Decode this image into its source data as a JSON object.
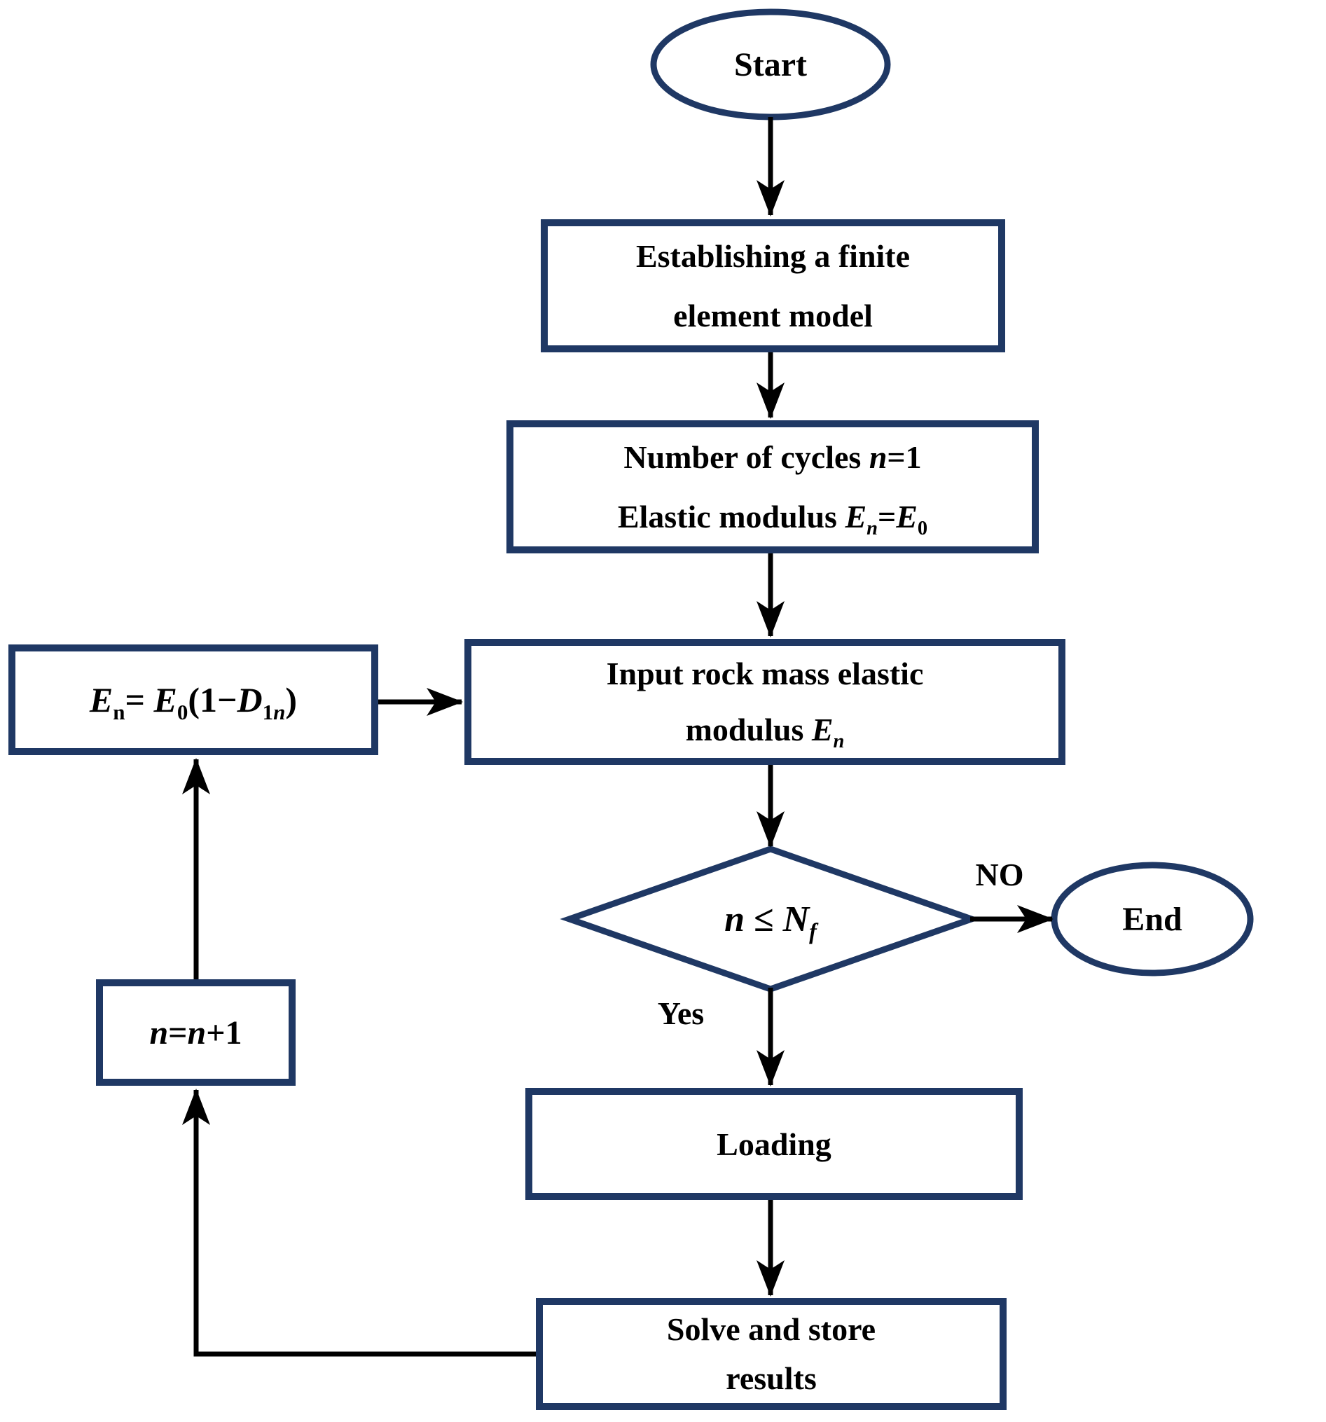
{
  "figure": {
    "type": "flowchart"
  },
  "colors": {
    "shape_border": "#1f3864",
    "connector": "#000000",
    "text": "#000000",
    "background": "#ffffff"
  },
  "labels": {
    "no": "NO",
    "yes": "Yes"
  },
  "nodes": {
    "start": {
      "label": "Start"
    },
    "establish_model": {
      "line1": "Establishing a finite",
      "line2": "element model"
    },
    "initialize": {
      "line1_text": "Number of cycles ",
      "line1_var": "n",
      "line1_eq": "=1",
      "line2_text": "Elastic modulus ",
      "line2_E1": "E",
      "line2_sub1": "n",
      "line2_eq": "=",
      "line2_E2": "E",
      "line2_sub2": "0"
    },
    "input_modulus": {
      "line1": "Input rock mass elastic",
      "line2_text": "modulus ",
      "line2_E": "E",
      "line2_sub": "n"
    },
    "decision": {
      "lhs": "n",
      "op": " ≤ ",
      "rhs": "N",
      "rhs_sub": "f"
    },
    "end": {
      "label": "End"
    },
    "loading": {
      "label": "Loading"
    },
    "solve": {
      "line1": "Solve and store",
      "line2": "results"
    },
    "increment": {
      "var1": "n",
      "eq": "=",
      "var2": "n",
      "plus": "+1"
    },
    "update_modulus": {
      "E1": "E",
      "sub1": "n",
      "eq": "= ",
      "E2": "E",
      "sub2": "0",
      "open": "(1−",
      "D": "D",
      "subD1": "1",
      "subD2": "n",
      "close": ")"
    }
  }
}
